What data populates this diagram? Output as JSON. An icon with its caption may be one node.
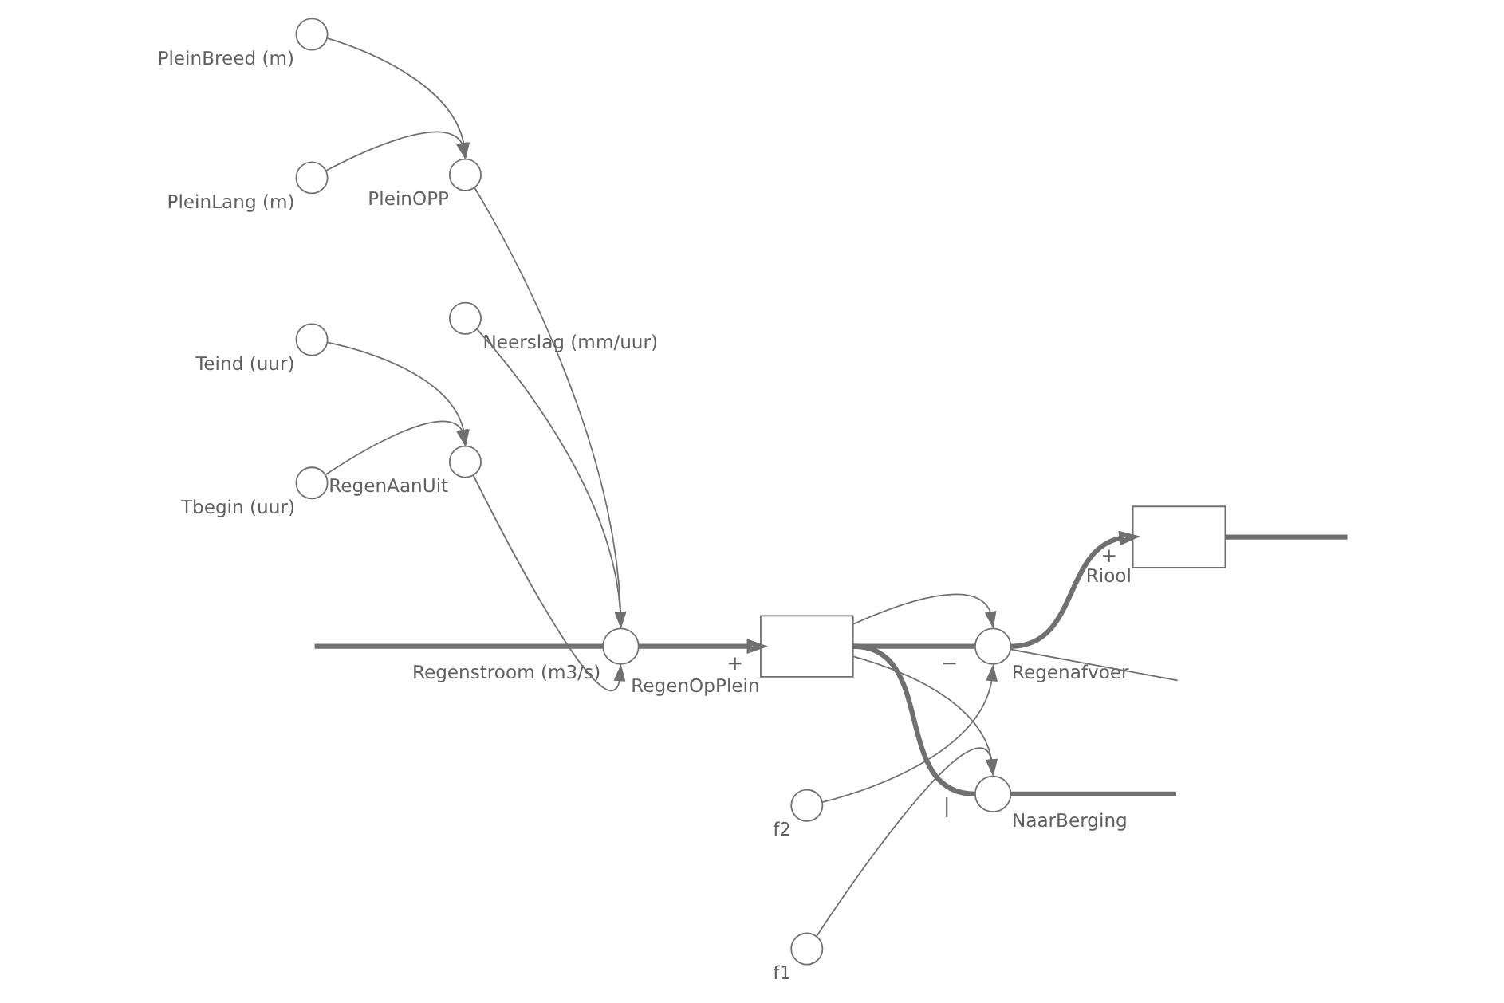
{
  "diagram": {
    "nodes": [
      {
        "text": [
          "PleinLang (m)"
        ]
      },
      {
        "text": [
          "PleinBreed (m)"
        ]
      },
      {
        "text": [
          "PleinOPP"
        ]
      },
      {
        "text": [
          "Neerslag (mm/uur)"
        ]
      },
      {
        "text": [
          "Regenstroom (m3/s)"
        ]
      },
      {
        "text": [
          "Tbegin (uur)"
        ]
      },
      {
        "text": [
          "Teind (uur)"
        ]
      },
      {
        "text": [
          "RegenAanUit"
        ]
      },
      {
        "text": [
          "RegenOpPlein"
        ]
      },
      {
        "text": [
          "Regenafvoer"
        ]
      },
      {
        "text": [
          "f1"
        ]
      },
      {
        "text": [
          "f2"
        ]
      },
      {
        "text": [
          "NaarBerging"
        ]
      },
      {
        "text": [
          "Riool"
        ]
      }
    ],
    "edges": [
      {
        "from": 0,
        "to": 2,
        "arrow": "to"
      },
      {
        "from": 1,
        "to": 2,
        "arrow": "to"
      },
      {
        "from": 3,
        "to": 4,
        "arrow": "to"
      },
      {
        "from": 2,
        "to": 4,
        "arrow": "to"
      },
      {
        "from": 5,
        "to": 7,
        "arrow": "to"
      },
      {
        "from": 6,
        "to": 7,
        "arrow": "to"
      },
      {
        "from": 7,
        "to": 4,
        "arrow": "to"
      },
      {
        "from": null,
        "to": 4,
        "arrow": "none",
        "style": "thick"
      },
      {
        "from": 4,
        "to": 8,
        "arrow": "to",
        "style": "thick",
        "label": "+"
      },
      {
        "from": 8,
        "to": 9,
        "arrow": "none",
        "style": "thick",
        "label": "−"
      },
      {
        "from": 9,
        "to": 13,
        "arrow": "to",
        "style": "thick",
        "label": "+"
      },
      {
        "from": 8,
        "to": 9,
        "arrow": "to"
      },
      {
        "from": 11,
        "to": 9,
        "arrow": "to"
      },
      {
        "from": 9,
        "to": null,
        "arrow": "none"
      },
      {
        "from": 8,
        "to": 12,
        "arrow": "none",
        "style": "thick",
        "label": "|"
      },
      {
        "from": 12,
        "to": null,
        "arrow": "none",
        "style": "thick"
      },
      {
        "from": 8,
        "to": 12,
        "arrow": "to"
      },
      {
        "from": 10,
        "to": 12,
        "arrow": "to"
      },
      {
        "from": 13,
        "to": null,
        "arrow": "none",
        "style": "thick"
      }
    ]
  }
}
